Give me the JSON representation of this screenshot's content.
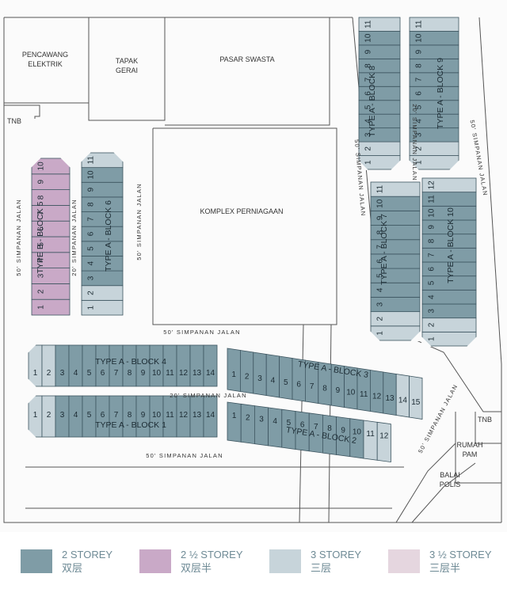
{
  "colors": {
    "two_storey": "#7f9ca6",
    "two_half_storey": "#c9a9c7",
    "three_storey": "#c7d4da",
    "three_half_storey": "#e5d6df",
    "line": "#444444",
    "legend_text": "#6e8a95"
  },
  "labels": {
    "pencawang": [
      "PENCAWANG",
      "ELEKTRIK"
    ],
    "tapak_gerai": [
      "TAPAK",
      "GERAI"
    ],
    "pasar_swasta": "PASAR SWASTA",
    "tnb_top": "TNB",
    "komplex": "KOMPLEX PERNIAGAAN",
    "tnb_right": "TNB",
    "rumah_pam": [
      "RUMAH",
      "PAM"
    ],
    "balai_polis": [
      "BALAI",
      "POLIS"
    ]
  },
  "roads": {
    "r50_left": "50' SIMPANAN JALAN",
    "r20_left": "20' SIMPANAN JALAN",
    "r50_mid_vert": "50' SIMPANAN JALAN",
    "r50_horizontal_top": "50' SIMPANAN JALAN",
    "r20_horizontal": "20' SIMPANAN JALAN",
    "r50_horizontal_bottom": "50' SIMPANAN JALAN",
    "r50_right_inner": "50' SIMPANAN JALAN",
    "r20_right": "20' SIMPANAN JALAN",
    "r50_right_outer": "50' SIMPANAN JALAN",
    "r50_diag": "50' SIMPANAN JALAN"
  },
  "blocks": [
    {
      "id": "block-5",
      "title": "TYPE B - BLOCK 5",
      "numbers": [
        "1",
        "2",
        "3",
        "4",
        "5",
        "6",
        "7",
        "8",
        "9",
        "10"
      ],
      "storey": "two_half_storey"
    },
    {
      "id": "block-6",
      "title": "TYPE A - BLOCK 6",
      "numbers": [
        "1",
        "2",
        "3",
        "4",
        "5",
        "6",
        "7",
        "8",
        "9",
        "10",
        "11"
      ],
      "storey": "two_storey",
      "light": [
        "1",
        "2",
        "11"
      ]
    },
    {
      "id": "block-8",
      "title": "TYPE A - BLOCK 8",
      "numbers": [
        "1",
        "2",
        "3",
        "4",
        "5",
        "6",
        "7",
        "8",
        "9",
        "10",
        "11"
      ],
      "storey": "two_storey",
      "light": [
        "1",
        "2",
        "11"
      ]
    },
    {
      "id": "block-9",
      "title": "TYPE A - BLOCK 9",
      "numbers": [
        "1",
        "2",
        "3",
        "4",
        "5",
        "6",
        "7",
        "8",
        "9",
        "10",
        "11"
      ],
      "storey": "two_storey",
      "light": [
        "1",
        "2",
        "11"
      ]
    },
    {
      "id": "block-7",
      "title": "TYPE A - BLOCK 7",
      "numbers": [
        "1",
        "2",
        "3",
        "4",
        "5",
        "6",
        "7",
        "8",
        "9",
        "10",
        "11"
      ],
      "storey": "two_storey",
      "light": [
        "1",
        "2",
        "11"
      ]
    },
    {
      "id": "block-10",
      "title": "TYPE A - BLOCK 10",
      "numbers": [
        "1",
        "2",
        "3",
        "4",
        "5",
        "6",
        "7",
        "8",
        "9",
        "10",
        "11",
        "12"
      ],
      "storey": "two_storey",
      "light": [
        "1",
        "2",
        "12"
      ]
    },
    {
      "id": "block-4",
      "title": "TYPE A - BLOCK 4",
      "numbers": [
        "1",
        "2",
        "3",
        "4",
        "5",
        "6",
        "7",
        "8",
        "9",
        "10",
        "11",
        "12",
        "13",
        "14"
      ],
      "storey": "two_storey",
      "light": [
        "1",
        "2"
      ]
    },
    {
      "id": "block-1",
      "title": "TYPE A - BLOCK 1",
      "numbers": [
        "1",
        "2",
        "3",
        "4",
        "5",
        "6",
        "7",
        "8",
        "9",
        "10",
        "11",
        "12",
        "13",
        "14"
      ],
      "storey": "two_storey",
      "light": [
        "1",
        "2"
      ]
    },
    {
      "id": "block-3",
      "title": "TYPE A - BLOCK 3",
      "numbers": [
        "1",
        "2",
        "3",
        "4",
        "5",
        "6",
        "7",
        "8",
        "9",
        "10",
        "11",
        "12",
        "13",
        "14",
        "15"
      ],
      "storey": "two_storey",
      "light": [
        "14",
        "15"
      ]
    },
    {
      "id": "block-2",
      "title": "TYPE A - BLOCK 2",
      "numbers": [
        "1",
        "2",
        "3",
        "4",
        "5",
        "6",
        "7",
        "8",
        "9",
        "10",
        "11",
        "12"
      ],
      "storey": "two_storey",
      "light": [
        "11",
        "12"
      ]
    }
  ],
  "legend": [
    {
      "label": "2 STOREY",
      "cn": "双层",
      "color_key": "two_storey"
    },
    {
      "label": "2 ½ STOREY",
      "cn": "双层半",
      "color_key": "two_half_storey"
    },
    {
      "label": "3 STOREY",
      "cn": "三层",
      "color_key": "three_storey"
    },
    {
      "label": "3 ½ STOREY",
      "cn": "三层半",
      "color_key": "three_half_storey"
    }
  ]
}
